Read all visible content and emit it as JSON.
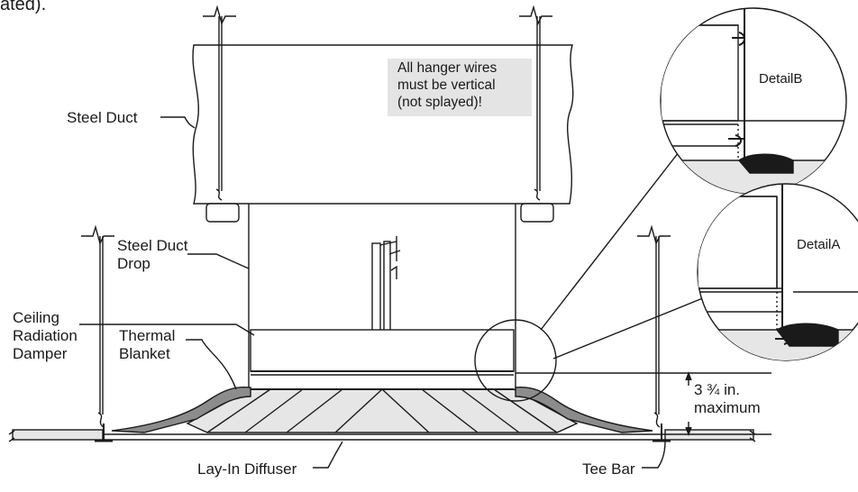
{
  "header_fragment": "ated).",
  "note": {
    "lines": [
      "All hanger wires",
      "must be vertical",
      "(not splayed)!"
    ]
  },
  "labels": {
    "steel_duct": "Steel Duct",
    "steel_duct_drop_line1": "Steel Duct",
    "steel_duct_drop_line2": "Drop",
    "ceiling_line1": "Ceiling",
    "ceiling_line2": "Radiation",
    "ceiling_line3": "Damper",
    "thermal_line1": "Thermal",
    "thermal_line2": "Blanket",
    "dimension_line1": "3 ¾ in.",
    "dimension_line2": "maximum",
    "lay_in_diffuser": "Lay-In Diffuser",
    "tee_bar": "Tee Bar",
    "detail_b": "DetailB",
    "detail_a": "DetailA"
  },
  "colors": {
    "line": "#1a1a1a",
    "blanket": "#8c8c8c",
    "light_fill": "#e6e6e6",
    "note_bg": "#e4e4e4"
  }
}
